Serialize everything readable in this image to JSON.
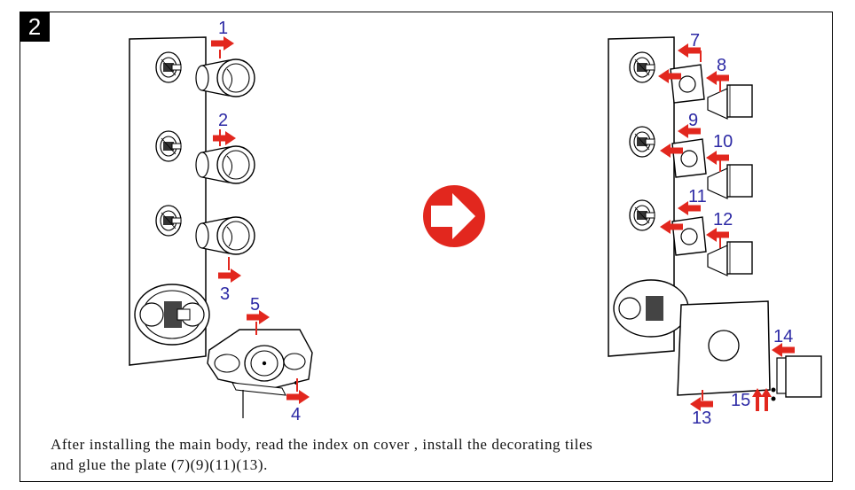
{
  "step": {
    "number": "2"
  },
  "labels": {
    "l1": "1",
    "l2": "2",
    "l3": "3",
    "l4": "4",
    "l5": "5",
    "l7": "7",
    "l8": "8",
    "l9": "9",
    "l10": "10",
    "l11": "11",
    "l12": "12",
    "l13": "13",
    "l14": "14",
    "l15": "15"
  },
  "caption": {
    "line1": "After installing the main body, read the index on cover , install the decorating tiles",
    "line2": "and glue the plate (7)(9)(11)(13)."
  },
  "colors": {
    "arrow": "#e2271e",
    "number": "#2d2aa5"
  }
}
